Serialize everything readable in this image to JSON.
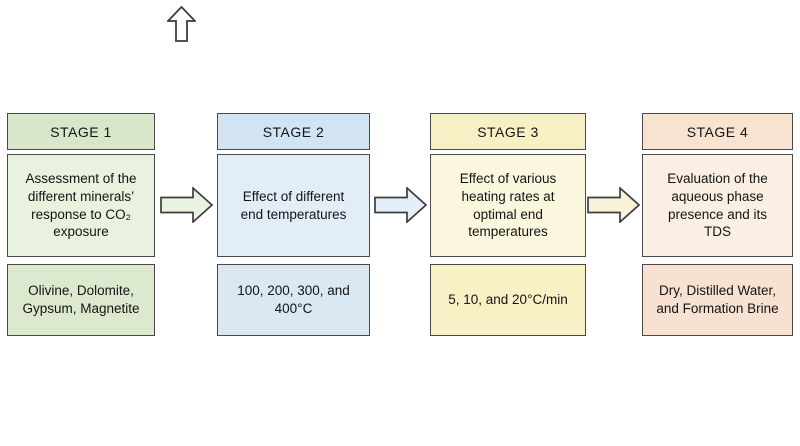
{
  "up_arrow": {
    "icon": "up-arrow-icon",
    "fill": "#ffffff"
  },
  "stages": [
    {
      "header": "STAGE 1",
      "body": "Assessment of the\ndifferent minerals’\nresponse to CO₂\nexposure",
      "detail": "Olivine, Dolomite,\nGypsum, Magnetite",
      "colors": {
        "header": "#d8e7c9",
        "body": "#e9f1df",
        "detail": "#dde9ce"
      }
    },
    {
      "header": "STAGE 2",
      "body": "Effect of different\nend temperatures",
      "detail": "100, 200, 300, and\n400°C",
      "colors": {
        "header": "#d2e3f2",
        "body": "#e3edf8",
        "detail": "#dae8f4"
      }
    },
    {
      "header": "STAGE 3",
      "body": "Effect of various\nheating rates at\noptimal end\ntemperatures",
      "detail": "5, 10, and 20°C/min",
      "colors": {
        "header": "#f8f0c5",
        "body": "#fbf6de",
        "detail": "#f8f1c5"
      }
    },
    {
      "header": "STAGE 4",
      "body": "Evaluation of the\naqueous phase\npresence and its\nTDS",
      "detail": "Dry, Distilled Water,\nand Formation Brine",
      "colors": {
        "header": "#f7e3d0",
        "body": "#fbeee3",
        "detail": "#f7e1d1"
      }
    }
  ],
  "arrows": [
    {
      "direction": "right",
      "fill": "#e9f4e0"
    },
    {
      "direction": "right",
      "fill": "#e4eef9"
    },
    {
      "direction": "right",
      "fill": "#f8f3d8"
    }
  ],
  "border_color": "#4a4a4a"
}
